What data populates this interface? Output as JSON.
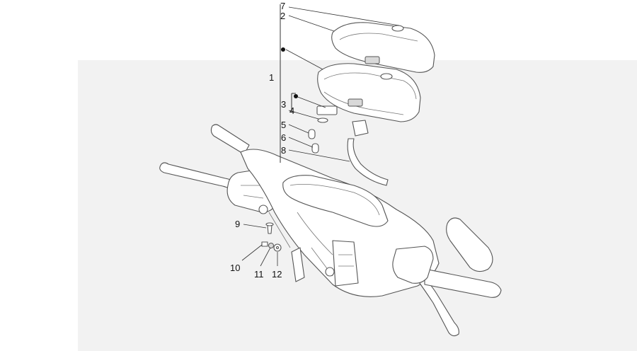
{
  "diagram": {
    "part_numbers": [
      "1",
      "2",
      "3",
      "4",
      "5",
      "6",
      "7",
      "8",
      "9",
      "10",
      "11",
      "12"
    ]
  },
  "colors": {
    "background": "#ffffff",
    "panel": "#f2f2f2",
    "line": "#555555",
    "label": "#111111"
  }
}
